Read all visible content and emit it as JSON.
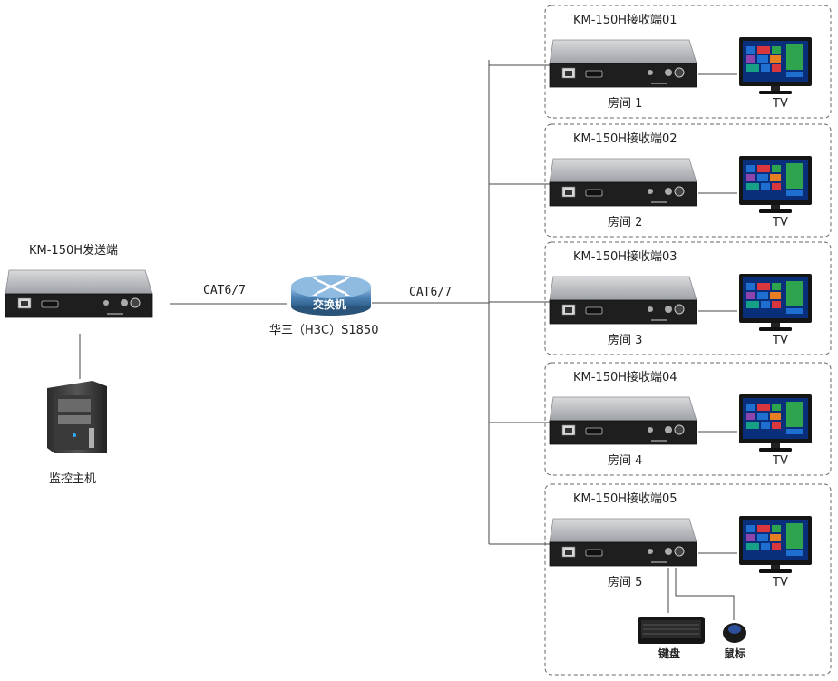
{
  "sender": {
    "label": "KM-150H发送端"
  },
  "host": {
    "label": "监控主机"
  },
  "switch": {
    "badge": "交换机",
    "model": "华三（H3C）S1850"
  },
  "cables": {
    "left": "CAT6/7",
    "right": "CAT6/7"
  },
  "receivers": [
    {
      "title": "KM-150H接收端01",
      "room": "房间 1",
      "tv": "TV"
    },
    {
      "title": "KM-150H接收端02",
      "room": "房间 2",
      "tv": "TV"
    },
    {
      "title": "KM-150H接收端03",
      "room": "房间 3",
      "tv": "TV"
    },
    {
      "title": "KM-150H接收端04",
      "room": "房间 4",
      "tv": "TV"
    },
    {
      "title": "KM-150H接收端05",
      "room": "房间 5",
      "tv": "TV"
    }
  ],
  "peripherals": {
    "keyboard": "键盘",
    "mouse": "鼠标"
  },
  "colors": {
    "tile_green": "#2ea44f",
    "tile_blue": "#1f6fd1",
    "tile_red": "#d9363e",
    "screen_bg": "#0a2f7a",
    "switch_body": "#3d6f98"
  }
}
